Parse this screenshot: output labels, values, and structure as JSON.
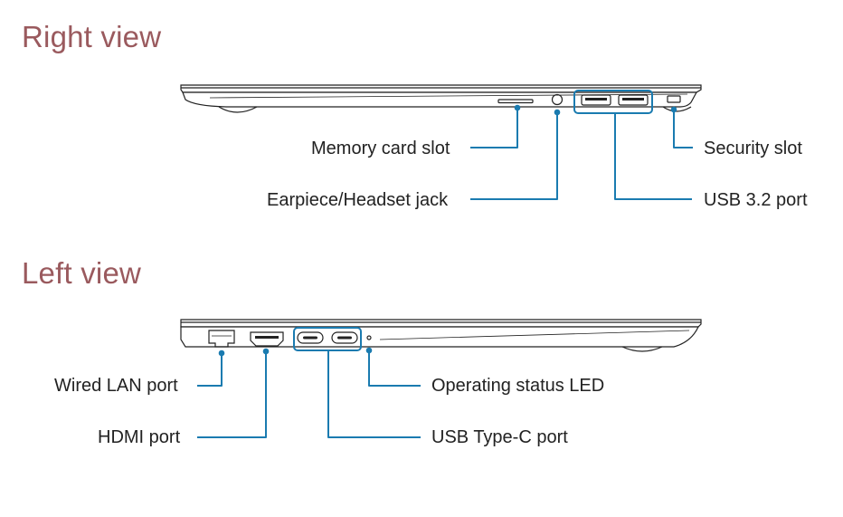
{
  "right_view": {
    "title": "Right view",
    "labels": {
      "memory_card_slot": "Memory card slot",
      "earpiece_headset_jack": "Earpiece/Headset jack",
      "security_slot": "Security slot",
      "usb_32_port": "USB 3.2 port"
    }
  },
  "left_view": {
    "title": "Left view",
    "labels": {
      "wired_lan_port": "Wired LAN port",
      "hdmi_port": "HDMI port",
      "operating_status_led": "Operating status LED",
      "usb_type_c_port": "USB Type-C port"
    }
  },
  "colors": {
    "title": "#9a5a5e",
    "callout": "#1a7bb0",
    "outline": "#222222"
  }
}
